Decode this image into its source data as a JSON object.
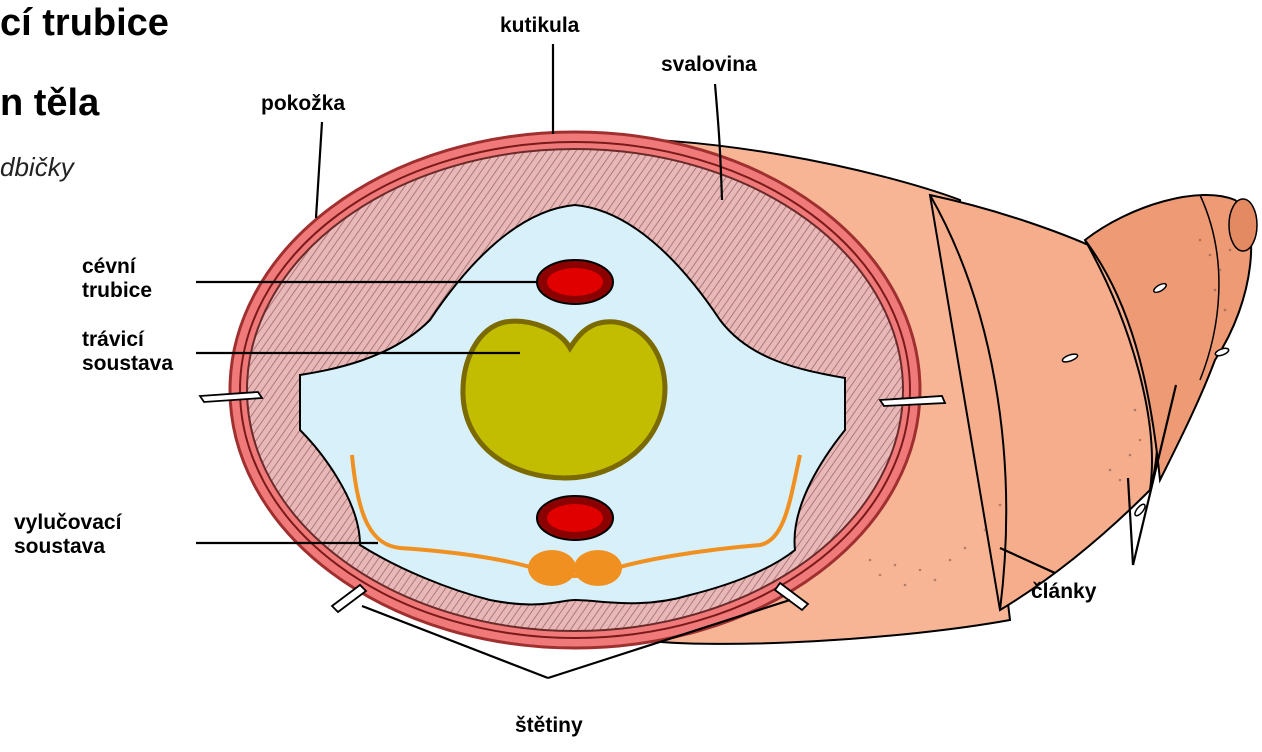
{
  "slide": {
    "title_line1": "cí trubice",
    "title_line2": "n těla",
    "subtitle": "dbičky"
  },
  "labels": {
    "kutikula": "kutikula",
    "svalovina": "svalovina",
    "pokozka": "pokožka",
    "cevni_1": "cévní",
    "cevni_2": "trubice",
    "travici_1": "trávicí",
    "travici_2": "soustava",
    "vylucovaci_1": "vylučovací",
    "vylucovaci_2": "soustava",
    "clanky": "články",
    "stetiny": "štětiny"
  },
  "colors": {
    "epidermis": "#f07a7a",
    "muscle": "#d9a0a0",
    "body_cavity": "#d8f0fa",
    "vessel": "#d40000",
    "vessel_outer": "#8b0000",
    "gut": "#c2bd00",
    "gut_outline": "#7a6a00",
    "excretory": "#f09020",
    "body_skin": "#f7b596",
    "body_skin_dark": "#ee9a74"
  }
}
